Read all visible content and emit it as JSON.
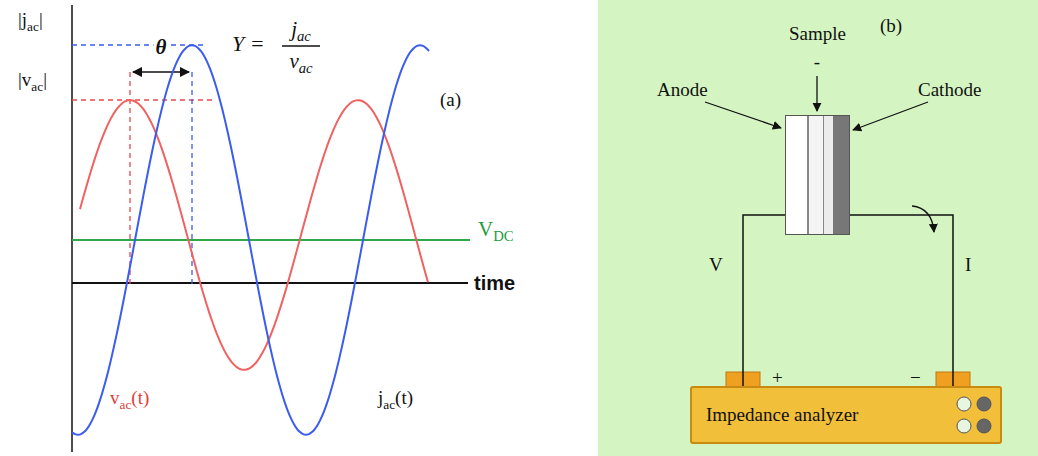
{
  "diagram": {
    "nodes": [
      {
        "text": [
          "Sample"
        ]
      },
      {
        "text": [
          "Impedance analyzer"
        ]
      }
    ],
    "edges": [
      {
        "from": 0,
        "to": 1,
        "arrow": "none",
        "label": "V"
      },
      {
        "from": 0,
        "to": 1,
        "arrow": "none",
        "label": "I"
      }
    ],
    "labels": [
      "|jac|",
      "|vac|",
      "θ",
      "Y =",
      "jac",
      "vac",
      "(a)",
      "VDC",
      "time",
      "vac(t)",
      "jac(t)",
      "(b)",
      "Anode",
      "Cathode",
      "-",
      "+",
      "−"
    ]
  }
}
